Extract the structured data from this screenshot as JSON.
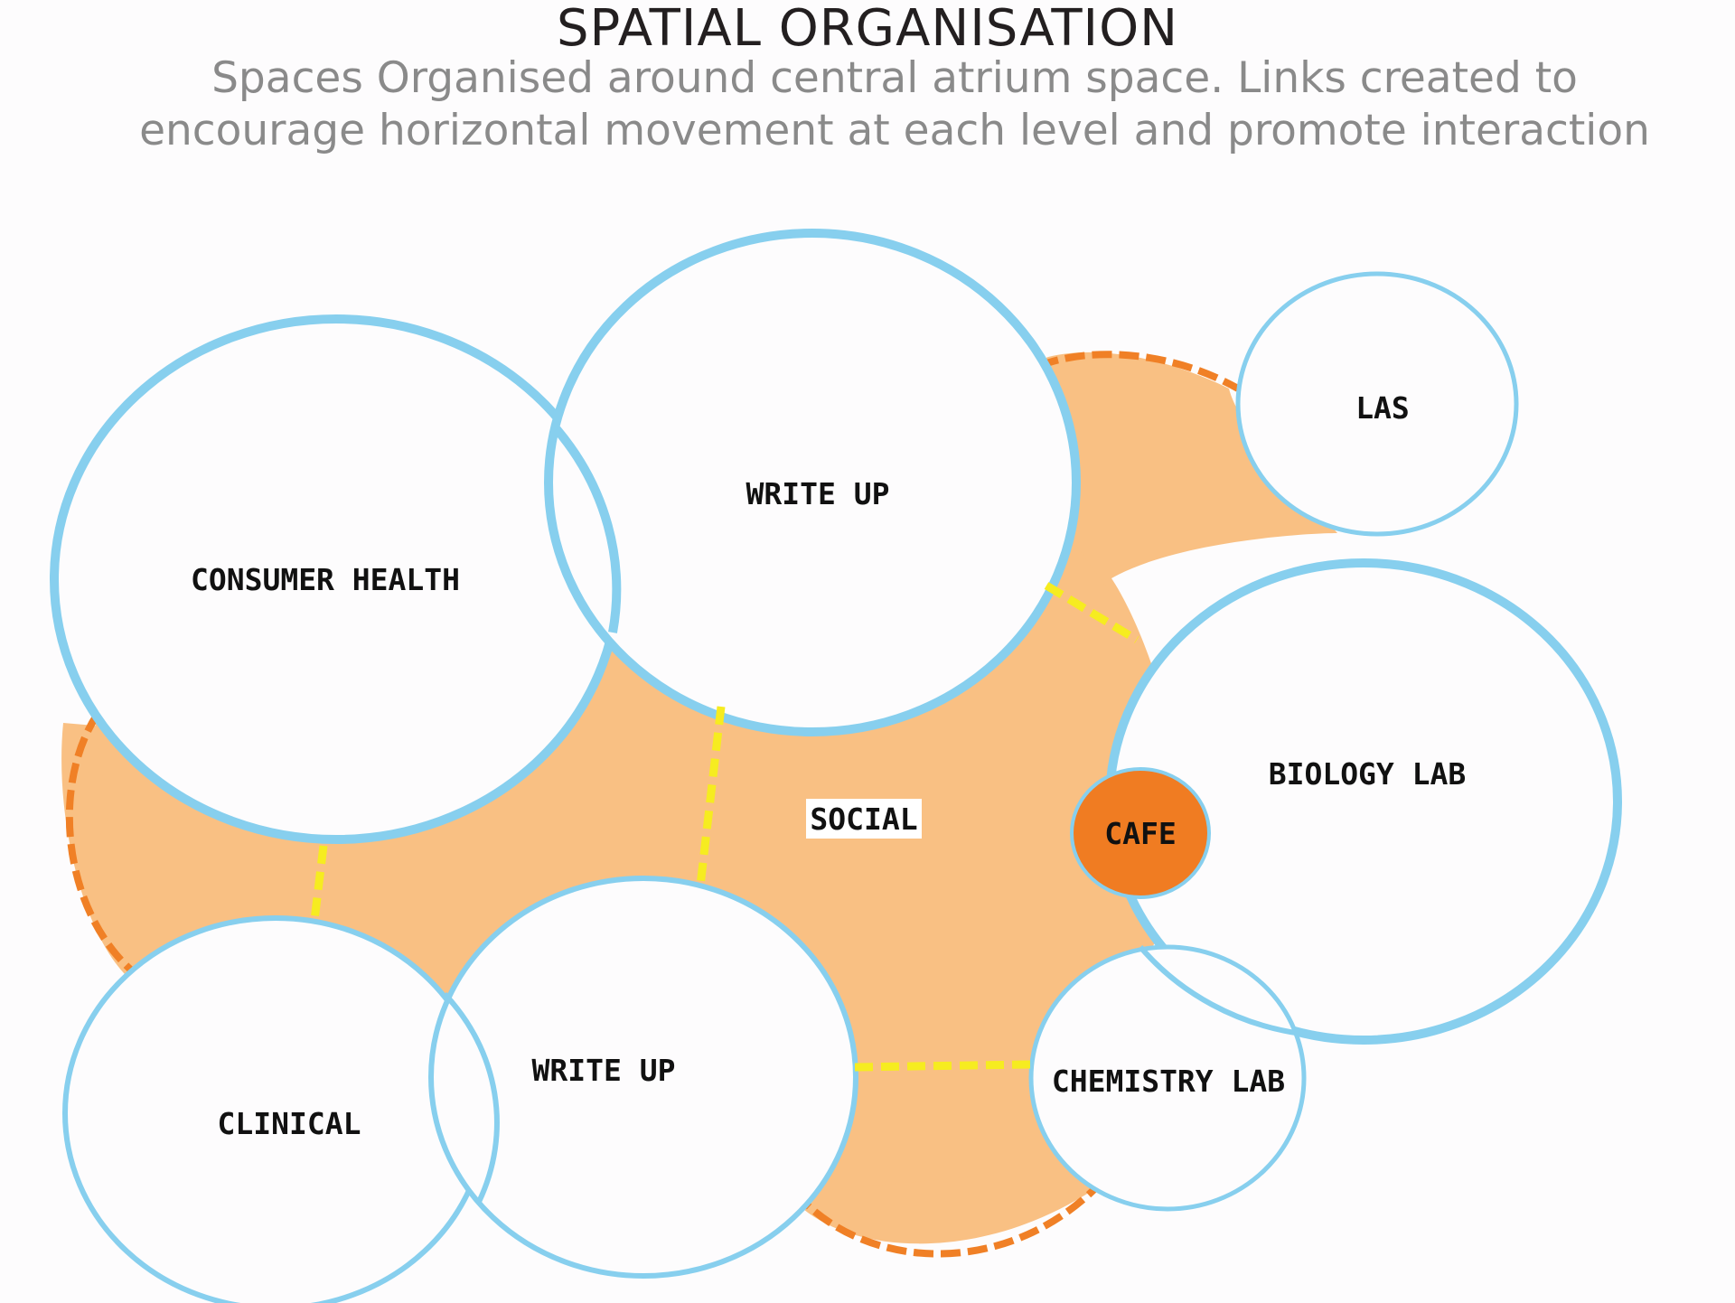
{
  "header": {
    "title": "SPATIAL ORGANISATION",
    "subtitle": "Spaces Organised around central atrium space. Links created to encourage horizontal movement at each level and promote interaction"
  },
  "colors": {
    "space_outline": "#87cfee",
    "atrium_fill": "#f9c083",
    "atrium_edge": "#f08026",
    "link": "#f6ec20",
    "cafe": "#f07c22",
    "background": "#fdfcfd"
  },
  "spaces": {
    "consumer_health": "CONSUMER HEALTH",
    "write_up_top": "WRITE UP",
    "las": "LAS",
    "biology_lab": "BIOLOGY LAB",
    "social": "SOCIAL",
    "cafe": "CAFE",
    "clinical": "CLINICAL",
    "write_up_bottom": "WRITE UP",
    "chemistry_lab": "CHEMISTRY LAB"
  }
}
